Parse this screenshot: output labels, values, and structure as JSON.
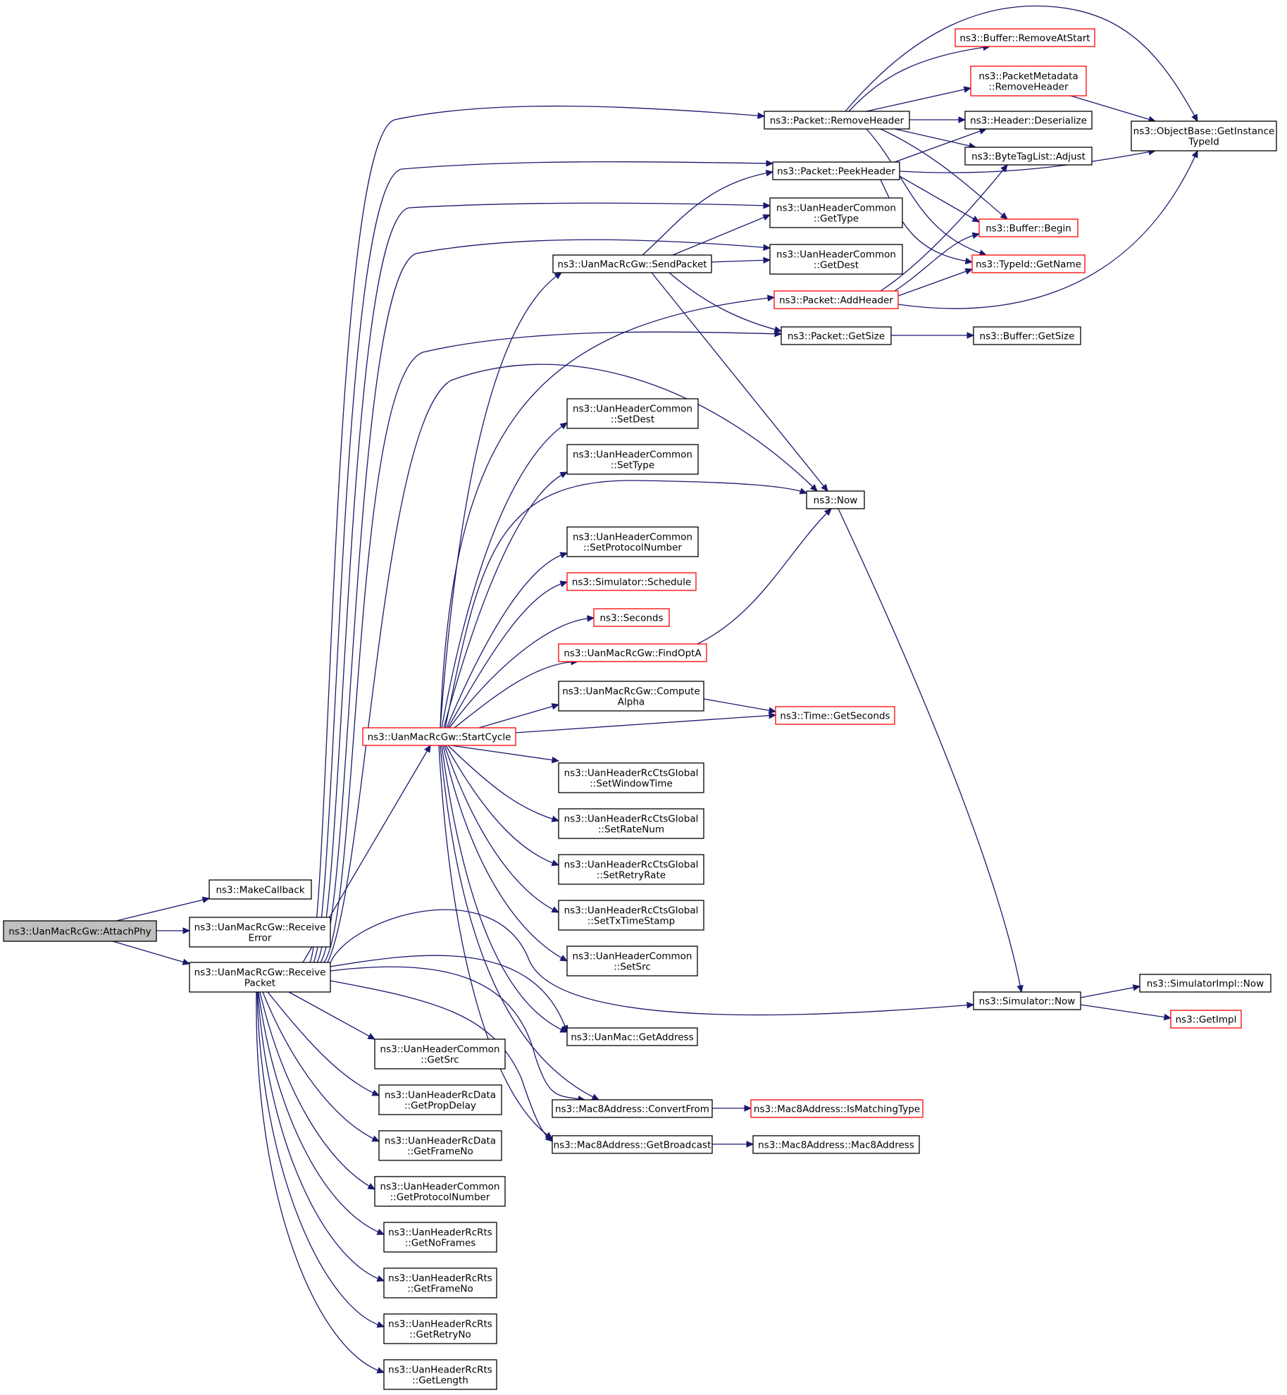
{
  "colors": {
    "edge": "#191970",
    "node_border": "#000000",
    "truncated_border": "#ff0000",
    "root_fill": "#bfbfbf"
  },
  "nodes": {
    "attachphy": {
      "lines": [
        "ns3::UanMacRcGw::AttachPhy"
      ]
    },
    "makecallback": {
      "lines": [
        "ns3::MakeCallback"
      ]
    },
    "receiveerror": {
      "lines": [
        "ns3::UanMacRcGw::Receive",
        "Error"
      ]
    },
    "receivepacket": {
      "lines": [
        "ns3::UanMacRcGw::Receive",
        "Packet"
      ]
    },
    "startcycle": {
      "lines": [
        "ns3::UanMacRcGw::StartCycle"
      ]
    },
    "sendpacket": {
      "lines": [
        "ns3::UanMacRcGw::SendPacket"
      ]
    },
    "removeheader": {
      "lines": [
        "ns3::Packet::RemoveHeader"
      ]
    },
    "peekheader": {
      "lines": [
        "ns3::Packet::PeekHeader"
      ]
    },
    "gettype": {
      "lines": [
        "ns3::UanHeaderCommon",
        "::GetType"
      ]
    },
    "getdest": {
      "lines": [
        "ns3::UanHeaderCommon",
        "::GetDest"
      ]
    },
    "addheader": {
      "lines": [
        "ns3::Packet::AddHeader"
      ]
    },
    "getsize": {
      "lines": [
        "ns3::Packet::GetSize"
      ]
    },
    "removeatstart": {
      "lines": [
        "ns3::Buffer::RemoveAtStart"
      ]
    },
    "pm_removeheader": {
      "lines": [
        "ns3::PacketMetadata",
        "::RemoveHeader"
      ]
    },
    "deserialize": {
      "lines": [
        "ns3::Header::Deserialize"
      ]
    },
    "adjust": {
      "lines": [
        "ns3::ByteTagList::Adjust"
      ]
    },
    "begin": {
      "lines": [
        "ns3::Buffer::Begin"
      ]
    },
    "getname": {
      "lines": [
        "ns3::TypeId::GetName"
      ]
    },
    "buffergetsize": {
      "lines": [
        "ns3::Buffer::GetSize"
      ]
    },
    "getinstancetypeid": {
      "lines": [
        "ns3::ObjectBase::GetInstance",
        "TypeId"
      ]
    },
    "setdest": {
      "lines": [
        "ns3::UanHeaderCommon",
        "::SetDest"
      ]
    },
    "settype": {
      "lines": [
        "ns3::UanHeaderCommon",
        "::SetType"
      ]
    },
    "now": {
      "lines": [
        "ns3::Now"
      ]
    },
    "setprotocolnumber": {
      "lines": [
        "ns3::UanHeaderCommon",
        "::SetProtocolNumber"
      ]
    },
    "schedule": {
      "lines": [
        "ns3::Simulator::Schedule"
      ]
    },
    "seconds": {
      "lines": [
        "ns3::Seconds"
      ]
    },
    "findopta": {
      "lines": [
        "ns3::UanMacRcGw::FindOptA"
      ]
    },
    "computealpha": {
      "lines": [
        "ns3::UanMacRcGw::Compute",
        "Alpha"
      ]
    },
    "getseconds": {
      "lines": [
        "ns3::Time::GetSeconds"
      ]
    },
    "setwindowtime": {
      "lines": [
        "ns3::UanHeaderRcCtsGlobal",
        "::SetWindowTime"
      ]
    },
    "setratenum": {
      "lines": [
        "ns3::UanHeaderRcCtsGlobal",
        "::SetRateNum"
      ]
    },
    "setretryrate": {
      "lines": [
        "ns3::UanHeaderRcCtsGlobal",
        "::SetRetryRate"
      ]
    },
    "settxtimestamp": {
      "lines": [
        "ns3::UanHeaderRcCtsGlobal",
        "::SetTxTimeStamp"
      ]
    },
    "setsrc": {
      "lines": [
        "ns3::UanHeaderCommon",
        "::SetSrc"
      ]
    },
    "simnow": {
      "lines": [
        "ns3::Simulator::Now"
      ]
    },
    "simimplnow": {
      "lines": [
        "ns3::SimulatorImpl::Now"
      ]
    },
    "getimpl": {
      "lines": [
        "ns3::GetImpl"
      ]
    },
    "getaddress": {
      "lines": [
        "ns3::UanMac::GetAddress"
      ]
    },
    "convertfrom": {
      "lines": [
        "ns3::Mac8Address::ConvertFrom"
      ]
    },
    "ismatchingtype": {
      "lines": [
        "ns3::Mac8Address::IsMatchingType"
      ]
    },
    "getbroadcast": {
      "lines": [
        "ns3::Mac8Address::GetBroadcast"
      ]
    },
    "mac8address": {
      "lines": [
        "ns3::Mac8Address::Mac8Address"
      ]
    },
    "getsrc": {
      "lines": [
        "ns3::UanHeaderCommon",
        "::GetSrc"
      ]
    },
    "getpropdelay": {
      "lines": [
        "ns3::UanHeaderRcData",
        "::GetPropDelay"
      ]
    },
    "getframeno_data": {
      "lines": [
        "ns3::UanHeaderRcData",
        "::GetFrameNo"
      ]
    },
    "getprotocolnumber": {
      "lines": [
        "ns3::UanHeaderCommon",
        "::GetProtocolNumber"
      ]
    },
    "getnoframes": {
      "lines": [
        "ns3::UanHeaderRcRts",
        "::GetNoFrames"
      ]
    },
    "getframeno_rts": {
      "lines": [
        "ns3::UanHeaderRcRts",
        "::GetFrameNo"
      ]
    },
    "getretryno": {
      "lines": [
        "ns3::UanHeaderRcRts",
        "::GetRetryNo"
      ]
    },
    "getlength": {
      "lines": [
        "ns3::UanHeaderRcRts",
        "::GetLength"
      ]
    }
  }
}
